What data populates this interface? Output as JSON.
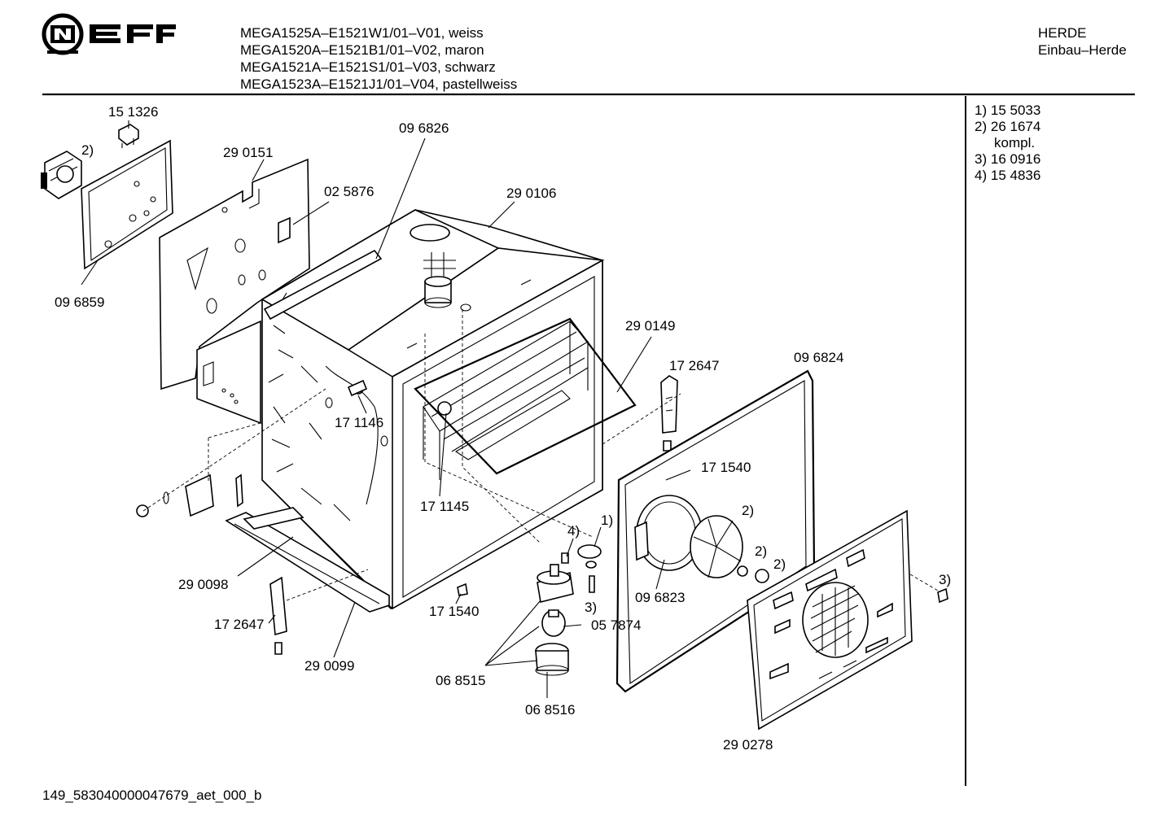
{
  "brand": {
    "name": "NEFF"
  },
  "header": {
    "models": [
      "MEGA1525A–E1521W1/01–V01, weiss",
      "MEGA1520A–E1521B1/01–V02, maron",
      "MEGA1521A–E1521S1/01–V03, schwarz",
      "MEGA1523A–E1521J1/01–V04, pastellweiss"
    ],
    "category": "HERDE",
    "subcategory": "Einbau–Herde"
  },
  "notes": [
    {
      "key": "1)",
      "value": "15 5033"
    },
    {
      "key": "2)",
      "value": "26 1674"
    },
    {
      "key": "",
      "value": "kompl."
    },
    {
      "key": "3)",
      "value": "16 0916"
    },
    {
      "key": "4)",
      "value": "15 4836"
    }
  ],
  "callouts": {
    "c151326": "15 1326",
    "c2a": "2)",
    "c290151": "29 0151",
    "c096826": "09 6826",
    "c025876": "02 5876",
    "c290106": "29 0106",
    "c096859": "09 6859",
    "c290149": "29 0149",
    "c172647a": "17 2647",
    "c096824": "09 6824",
    "c171146": "17 1146",
    "c171540a": "17 1540",
    "c171145": "17 1145",
    "c2b": "2)",
    "c1": "1)",
    "c4": "4)",
    "c2c": "2)",
    "c2d": "2)",
    "c3a": "3)",
    "c3b": "3)",
    "c290098": "29 0098",
    "c171540b": "17 1540",
    "c096823": "09 6823",
    "c057874": "05 7874",
    "c172647b": "17 2647",
    "c290099": "29 0099",
    "c068515": "06 8515",
    "c068516": "06 8516",
    "c290278": "29 0278"
  },
  "footer": {
    "code": "149_583040000047679_aet_000_b"
  }
}
